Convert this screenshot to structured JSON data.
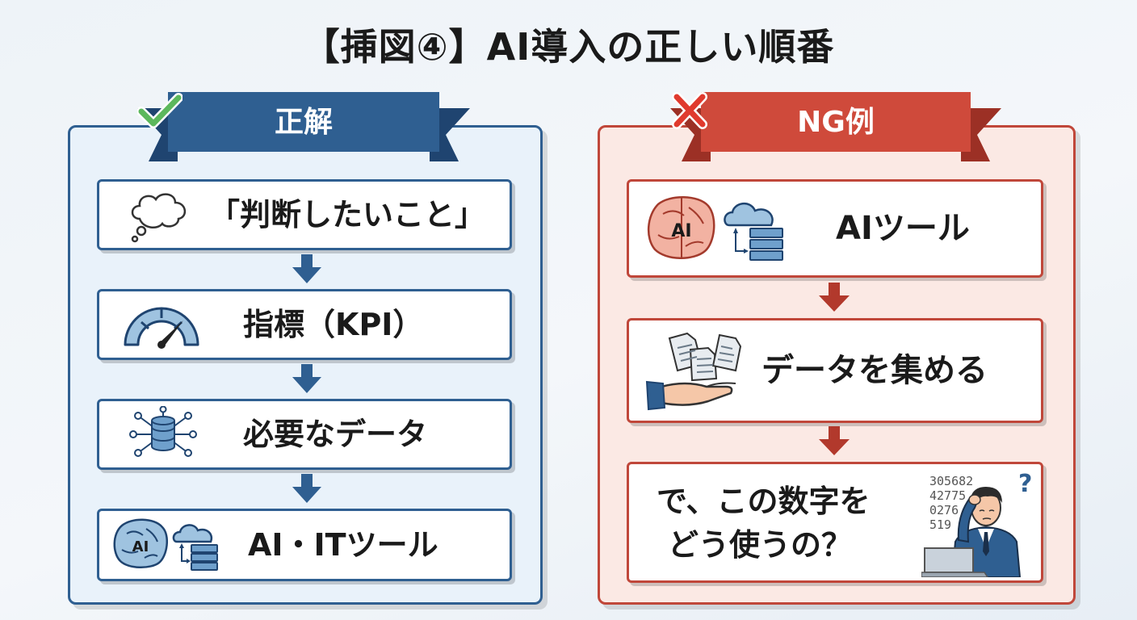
{
  "title": "【挿図④】AI導入の正しい順番",
  "correct": {
    "heading": "正解",
    "steps": [
      "「判断したいこと」",
      "指標（KPI）",
      "必要なデータ",
      "AI・ITツール"
    ],
    "icon_names": [
      "thought-bubble-icon",
      "gauge-icon",
      "database-network-icon",
      "ai-brain-cloud-server-icon"
    ]
  },
  "wrong": {
    "heading": "NG例",
    "steps": [
      "AIツール",
      "データを集める",
      "で、この数字を",
      "どう使うの？"
    ],
    "icon_names": [
      "ai-brain-cloud-server-icon",
      "documents-hand-icon",
      "confused-person-icon"
    ],
    "numbers_lines": [
      "305682",
      "42775",
      "0276",
      "519"
    ],
    "question_mark": "?"
  },
  "brain_label": "AI",
  "colors": {
    "blue": "#2f5f91",
    "red": "#c0473a",
    "check": "#4caf50"
  }
}
